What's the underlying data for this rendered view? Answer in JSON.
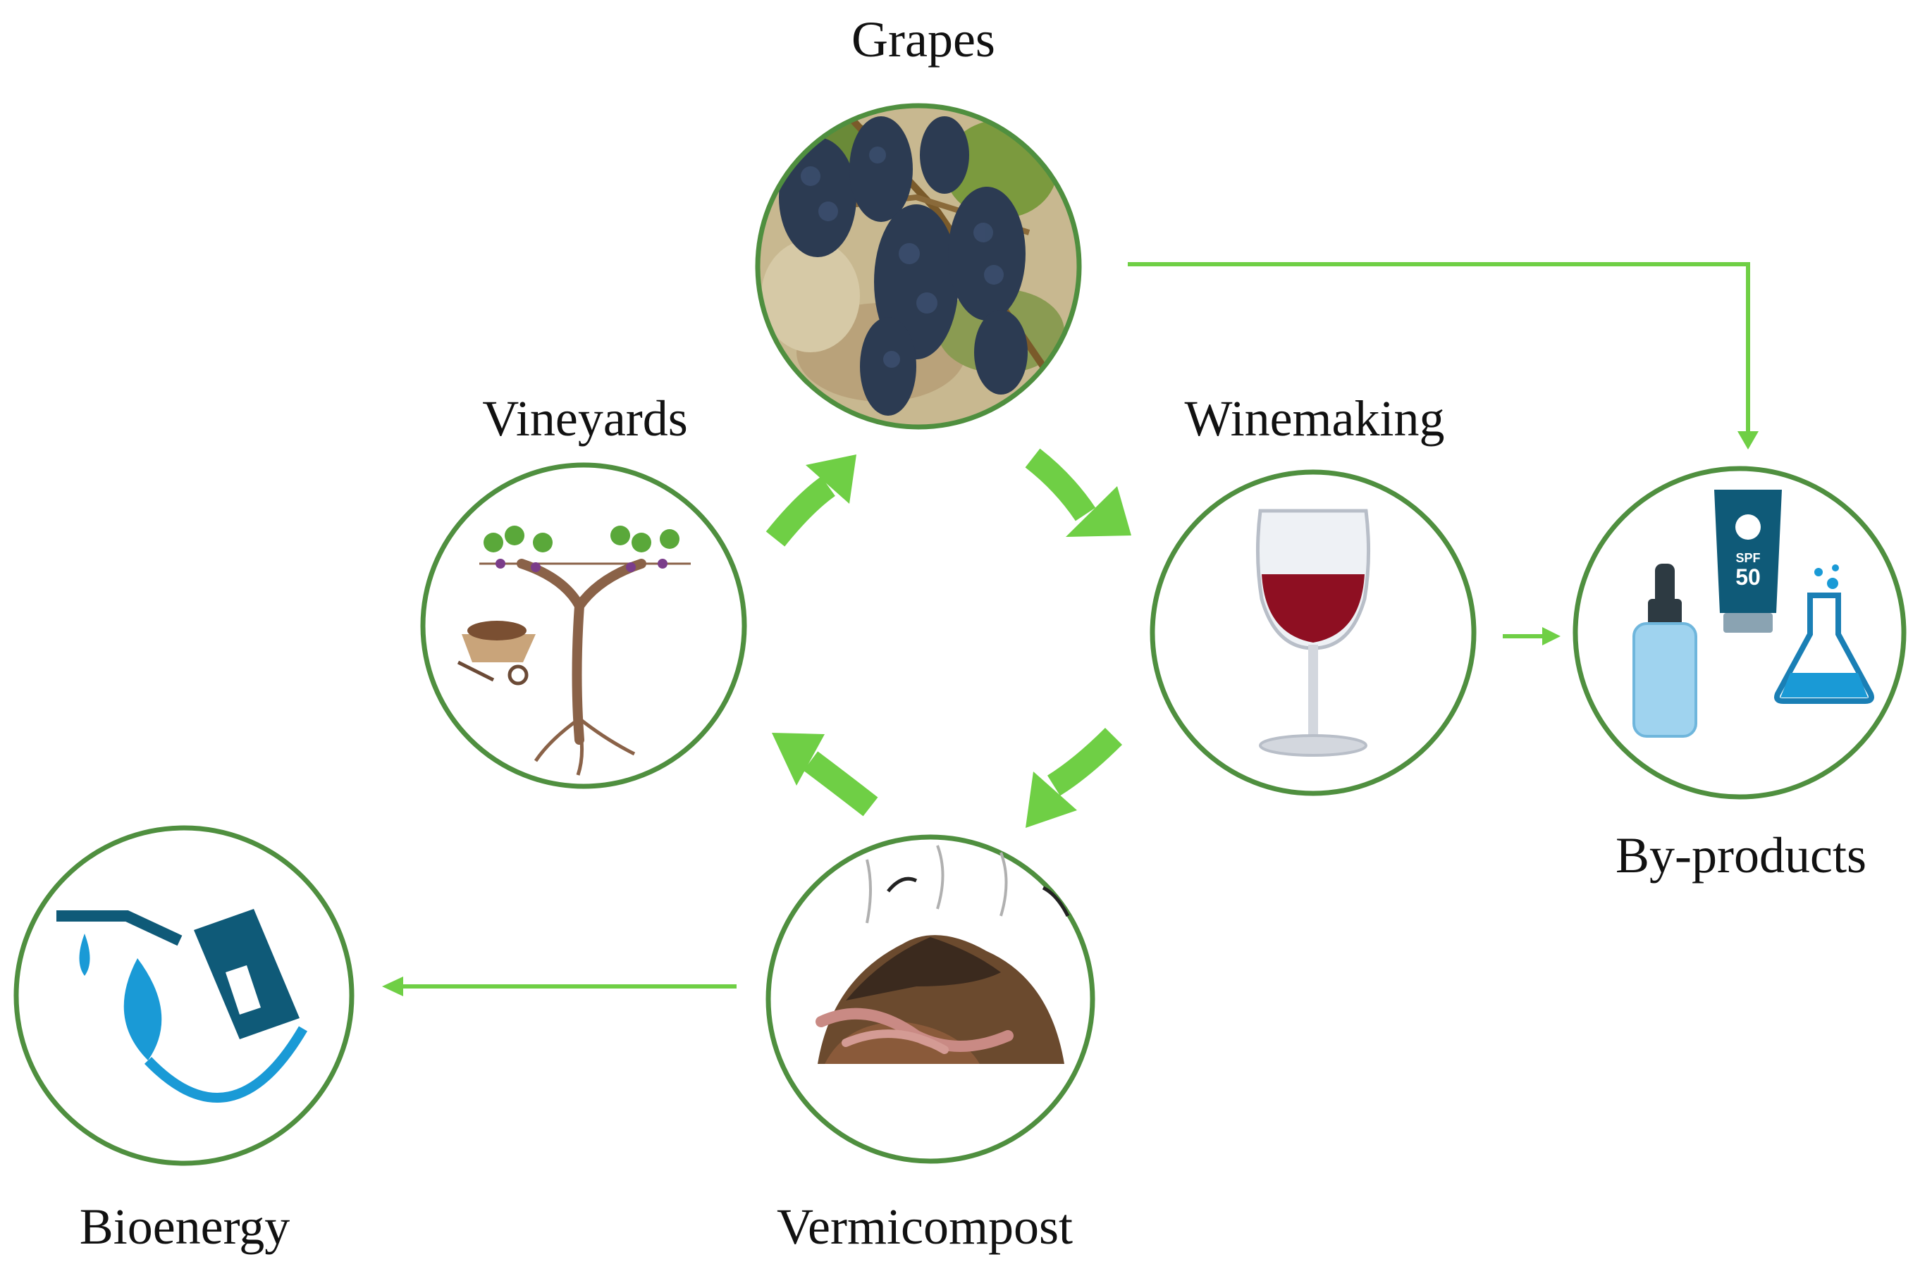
{
  "diagram": {
    "nodes": {
      "grapes": {
        "label": "Grapes"
      },
      "winemaking": {
        "label": "Winemaking"
      },
      "byproducts": {
        "label": "By-products",
        "spf_text": "SPF",
        "spf_value": "50"
      },
      "vermicompost": {
        "label": "Vermicompost"
      },
      "vineyards": {
        "label": "Vineyards"
      },
      "bioenergy": {
        "label": "Bioenergy"
      }
    },
    "edges": [
      {
        "from": "grapes",
        "to": "winemaking",
        "style": "thick-curved"
      },
      {
        "from": "winemaking",
        "to": "vermicompost",
        "style": "thick-curved"
      },
      {
        "from": "vermicompost",
        "to": "vineyards",
        "style": "thick-curved"
      },
      {
        "from": "vineyards",
        "to": "grapes",
        "style": "thick-curved"
      },
      {
        "from": "grapes",
        "to": "byproducts",
        "style": "thin-elbow"
      },
      {
        "from": "winemaking",
        "to": "byproducts",
        "style": "thin-short"
      },
      {
        "from": "vermicompost",
        "to": "bioenergy",
        "style": "thin"
      }
    ],
    "colors": {
      "circle_border": "#4f8f3f",
      "cycle_arrow": "#6fcf45",
      "link_arrow": "#6fcf45",
      "wine": "#8e0f22",
      "bio_teal": "#0f5a78",
      "bio_blue": "#1a9ad6"
    }
  }
}
